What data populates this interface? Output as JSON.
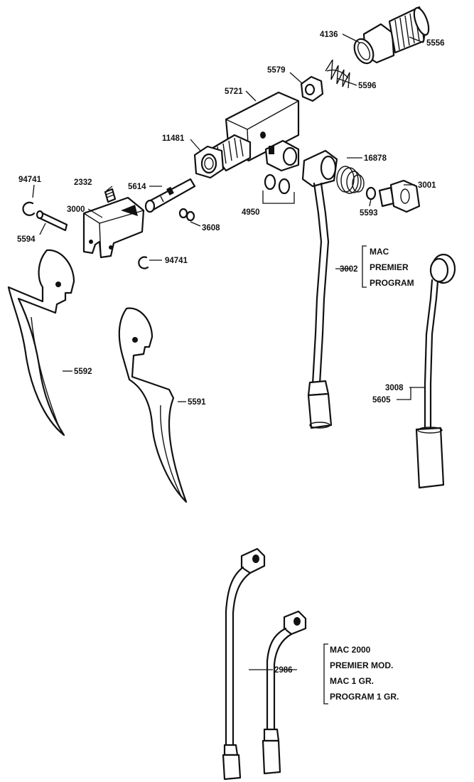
{
  "labels": {
    "p4136": "4136",
    "p5556": "5556",
    "p5579": "5579",
    "p5596": "5596",
    "p5721": "5721",
    "p11481": "11481",
    "p16878": "16878",
    "p3001": "3001",
    "p5593": "5593",
    "p4950": "4950",
    "p94741a": "94741",
    "p2332": "2332",
    "p5614": "5614",
    "p3000": "3000",
    "p5594": "5594",
    "p3608": "3608",
    "p94741b": "94741",
    "p3002": "3002",
    "p5592": "5592",
    "p5591": "5591",
    "p3008": "3008",
    "p5605": "5605",
    "p2986": "2986"
  },
  "groups": {
    "mac_premier": [
      "MAC",
      "PREMIER",
      "PROGRAM"
    ],
    "mac_2000": [
      "MAC 2000",
      "PREMIER MOD.",
      "MAC 1 GR.",
      "PROGRAM 1 GR."
    ]
  }
}
